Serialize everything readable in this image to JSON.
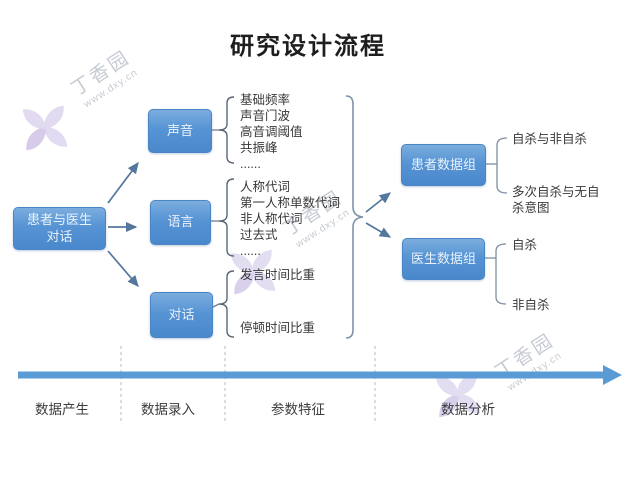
{
  "title": "研究设计流程",
  "flow": {
    "source": {
      "label": "患者与医生\n对话"
    },
    "categories": [
      {
        "label": "声音",
        "items": [
          "基础频率",
          "声音门波",
          "高音调阈值",
          "共振峰",
          "......"
        ]
      },
      {
        "label": "语言",
        "items": [
          "人称代词",
          "第一人称单数代词",
          "非人称代词",
          "过去式",
          "......"
        ]
      },
      {
        "label": "对话",
        "items": [
          "发言时间比重",
          "停顿时间比重"
        ]
      }
    ],
    "groups": [
      {
        "label": "患者数据组",
        "items": [
          "自杀与非自杀",
          "多次自杀与无自杀意图"
        ]
      },
      {
        "label": "医生数据组",
        "items": [
          "自杀",
          "非自杀"
        ]
      }
    ]
  },
  "timeline": {
    "phases": [
      "数据产生",
      "数据录入",
      "参数特征",
      "数据分析"
    ]
  },
  "watermark": {
    "brand": "丁香园",
    "url": "www.dxy.cn"
  },
  "colors": {
    "node_blue": "#5b9bd5",
    "timeline_blue": "#5b9bd5",
    "arrow_slate": "#54779e",
    "connector_gray": "#6f7f92",
    "list_text": "#383838",
    "watermark_purple": "#c9bce6",
    "watermark_gray": "#b7bdc8"
  }
}
